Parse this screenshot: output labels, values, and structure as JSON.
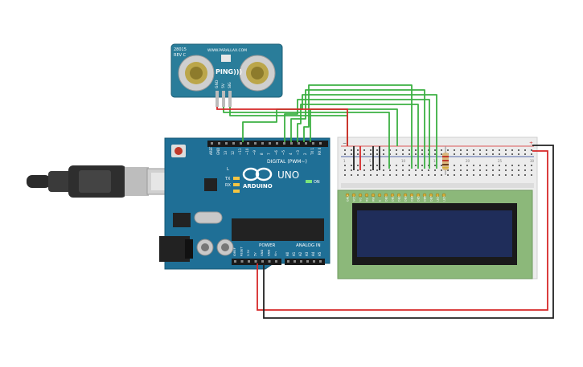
{
  "sensor": {
    "model_line1": "28015",
    "model_line2": "REV C",
    "url": "WWW.PARALLAX.COM",
    "brand": "PING)))",
    "pins": [
      "GND",
      "5V",
      "SIG"
    ]
  },
  "arduino": {
    "logo_text": "ARDUINO",
    "model": "UNO",
    "digital_header_label": "DIGITAL (PWM~)",
    "digital_pins": [
      "AREF",
      "GND",
      "13",
      "12",
      "~11",
      "~10",
      "~9",
      "8",
      "7",
      "~6",
      "~5",
      "4",
      "~3",
      "2",
      "TX 1",
      "RX 0"
    ],
    "tx_label": "TX",
    "rx_label": "RX",
    "l_label": "L",
    "on_label": "ON",
    "power_header_label": "POWER",
    "analog_header_label": "ANALOG IN",
    "power_pins": [
      "IOREF",
      "RESET",
      "3.3V",
      "5V",
      "GND",
      "GND",
      "Vin"
    ],
    "analog_pins": [
      "A0",
      "A1",
      "A2",
      "A3",
      "A4",
      "A5"
    ]
  },
  "breadboard": {
    "top_rail_minus": "−",
    "top_rail_plus": "+",
    "column_numbers": [
      "1",
      "",
      "",
      "",
      "5",
      "",
      "",
      "",
      "",
      "10",
      "",
      "",
      "",
      "",
      "15",
      "",
      "",
      "",
      "",
      "20",
      "",
      "",
      "",
      "",
      "25",
      "",
      "",
      "",
      "",
      "30"
    ]
  },
  "lcd": {
    "pins": [
      "GND",
      "VCC",
      "V0",
      "RS",
      "RW",
      "E",
      "DB0",
      "DB1",
      "DB2",
      "DB3",
      "DB4",
      "DB5",
      "DB6",
      "DB7",
      "LED",
      "LED"
    ]
  },
  "colors": {
    "board": "#1f6f96",
    "sensor_pcb": "#2a7d9a",
    "wire_green": "#3cb043",
    "wire_red": "#d62828",
    "wire_black": "#222222",
    "lcd_green": "#8cb87a",
    "lcd_screen": "#1f2d5a",
    "breadboard": "#ececec"
  }
}
